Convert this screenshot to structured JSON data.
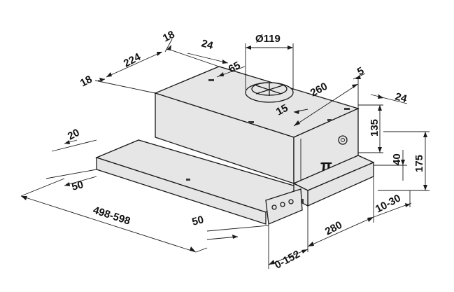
{
  "dimensions": {
    "duct_diameter": "Ø119",
    "top_depth": "18",
    "top_width_left": "224",
    "top_offset": "24",
    "duct_offset_depth": "65",
    "left_edge": "18",
    "right_small": "5",
    "top_width_right": "260",
    "right_offset": "24",
    "side_offset": "15",
    "body_height": "135",
    "front_offset": "20",
    "depth_front": "50",
    "total_height": "175",
    "visor_height": "40",
    "width_range": "498-598",
    "slide_range": "10-30",
    "front_depth_bottom": "50",
    "depth_bottom": "280",
    "extension_range": "0-152"
  }
}
